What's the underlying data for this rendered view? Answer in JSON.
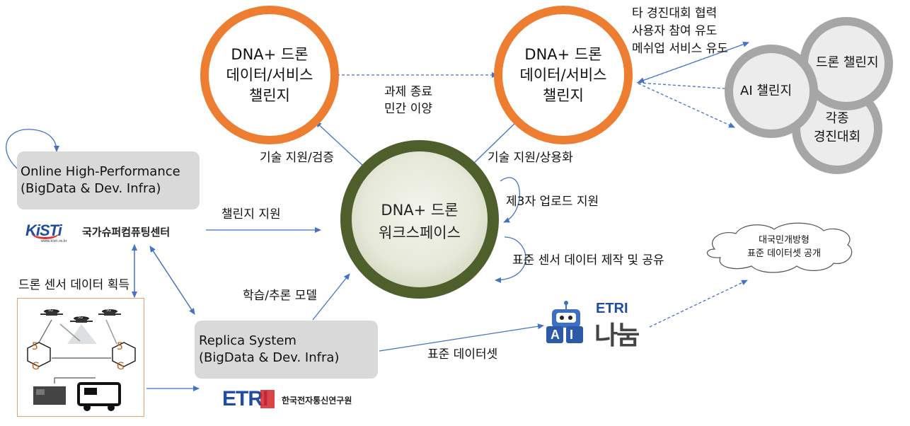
{
  "challenge_left": {
    "lines": [
      "DNA+ 드론",
      "데이터/서비스",
      "챌린지"
    ]
  },
  "challenge_right": {
    "lines": [
      "DNA+ 드론",
      "데이터/서비스",
      "챌린지"
    ]
  },
  "workspace": {
    "lines": [
      "DNA+ 드론",
      "워크스페이스"
    ]
  },
  "task_end": {
    "lines": [
      "과제 종료",
      "민간 이양"
    ]
  },
  "other_contest": {
    "lines": [
      "타 경진대회 협력",
      "사용자 참여 유도",
      "메쉬업 서비스 유도"
    ]
  },
  "competitions": {
    "drone_challenge": "드론 챌린지",
    "ai_challenge": "AI 챌린지",
    "contests": [
      "각종",
      "경진대회"
    ]
  },
  "labels": {
    "tech_support_verify": "기술 지원/검증",
    "tech_support_commercial": "기술 지원/상용화",
    "challenge_support": "챌린지 지원",
    "third_party_upload": "제3자 업로드 지원",
    "standard_sensor": "표준 센서 데이터 제작 및 공유",
    "learning_model": "학습/추론 모델",
    "standard_dataset": "표준 데이터셋",
    "sensor_acquisition": "드론 센서 데이터 획득"
  },
  "online_box": {
    "lines": [
      "Online High-Performance",
      "(BigData & Dev. Infra)"
    ]
  },
  "replica_box": {
    "lines": [
      "Replica System",
      "(BigData & Dev. Infra)"
    ]
  },
  "kisti": {
    "logo": "KiSTi",
    "url": "www.kisti.re.kr",
    "name": "국가슈퍼컴퓨팅센터"
  },
  "etri": {
    "logo": "ETRI",
    "name": "한국전자통신연구원"
  },
  "etri_nanum": {
    "logo": "ETRI",
    "word": "나눔",
    "ai": "AI"
  },
  "open_data_cloud": {
    "lines": [
      "대국민개방형",
      "표준 데이터셋 공개"
    ]
  },
  "sensor_image": {
    "g5": "5G",
    "letter_5": "5",
    "letter_g": "G"
  },
  "colors": {
    "orange": "#ed7d31",
    "olive": "#4e5f2b",
    "arrow": "#4472c4",
    "gray": "#bfbfbf"
  }
}
